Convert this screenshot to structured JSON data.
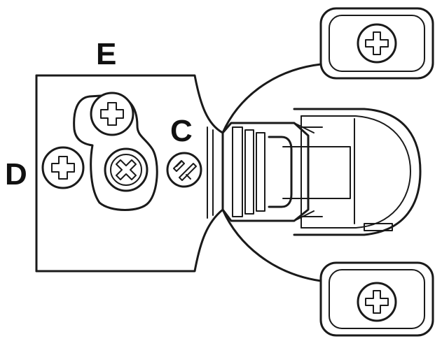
{
  "labels": {
    "e": "E",
    "c": "C",
    "d": "D"
  },
  "colors": {
    "stroke": "#1a1a1a",
    "background": "#ffffff"
  }
}
